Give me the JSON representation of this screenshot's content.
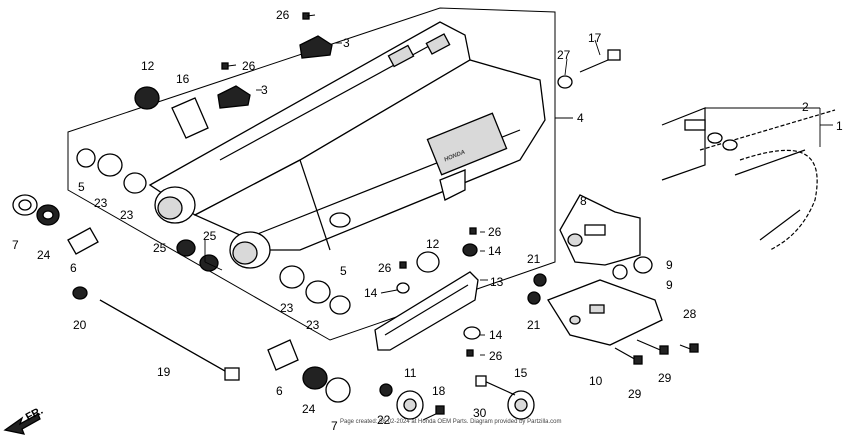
{
  "diagram": {
    "direction_label": "FR.",
    "caption": "Page created: 08-02-2024 at Honda OEM Parts. Diagram provided by Partzilla.com",
    "labels": {
      "l1": "1",
      "l2": "2",
      "l3a": "3",
      "l3b": "3",
      "l4": "4",
      "l5a": "5",
      "l5b": "5",
      "l6a": "6",
      "l6b": "6",
      "l7a": "7",
      "l7b": "7",
      "l8": "8",
      "l9a": "9",
      "l9b": "9",
      "l10": "10",
      "l11": "11",
      "l12a": "12",
      "l12b": "12",
      "l13": "13",
      "l14a": "14",
      "l14b": "14",
      "l14c": "14",
      "l15": "15",
      "l16": "16",
      "l17": "17",
      "l18": "18",
      "l19": "19",
      "l20": "20",
      "l21a": "21",
      "l21b": "21",
      "l22": "22",
      "l23a": "23",
      "l23b": "23",
      "l23c": "23",
      "l23d": "23",
      "l24a": "24",
      "l24b": "24",
      "l25a": "25",
      "l25b": "25",
      "l26a": "26",
      "l26b": "26",
      "l26c": "26",
      "l26d": "26",
      "l26e": "26",
      "l27": "27",
      "l28": "28",
      "l29a": "29",
      "l29b": "29",
      "l30": "30"
    }
  }
}
